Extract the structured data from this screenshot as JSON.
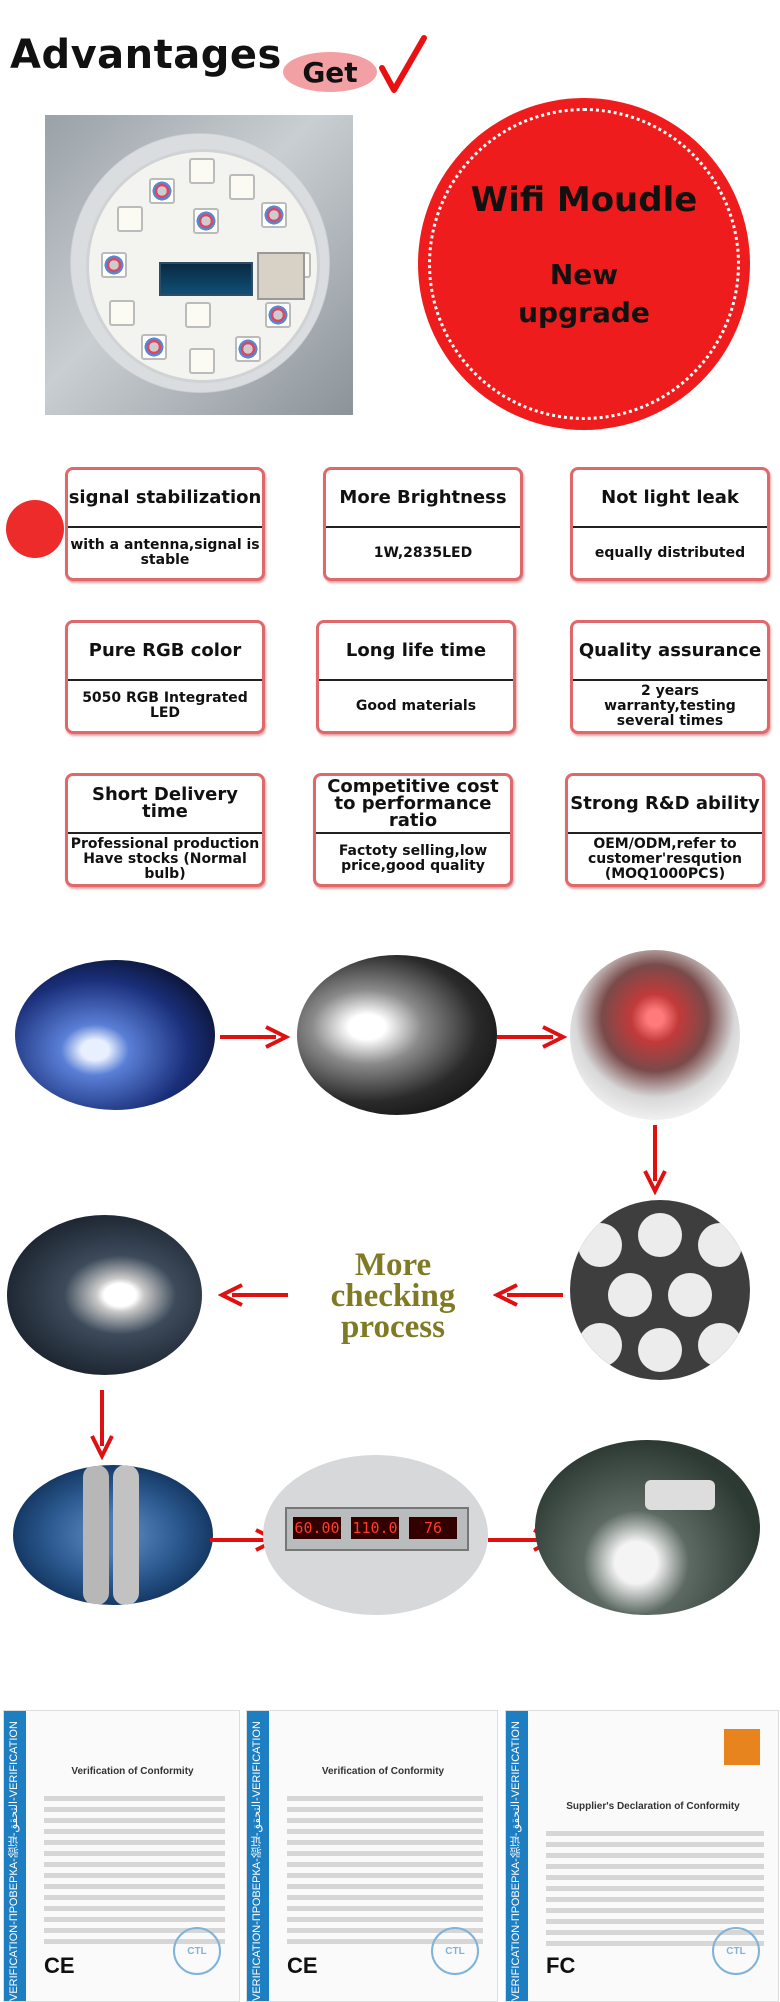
{
  "header": {
    "title": "Advantages",
    "badge": "Get"
  },
  "wifi_badge": {
    "line1": "Wifi Moudle",
    "line2": "New",
    "line3": "upgrade"
  },
  "features": [
    {
      "title": "signal stabilization",
      "desc": "with a antenna,signal is stable"
    },
    {
      "title": "More Brightness",
      "desc": "1W,2835LED"
    },
    {
      "title": "Not light leak",
      "desc": "equally distributed"
    },
    {
      "title": "Pure RGB color",
      "desc": "5050 RGB Integrated LED"
    },
    {
      "title": "Long life time",
      "desc": "Good materials"
    },
    {
      "title": "Quality assurance",
      "desc": "2 years warranty,testing several times"
    },
    {
      "title": "Short Delivery time",
      "desc": "Professional production Have stocks (Normal bulb)"
    },
    {
      "title": "Competitive cost to performance ratio",
      "desc": "Factoty selling,low price,good quality"
    },
    {
      "title": "Strong R&D ability",
      "desc": "OEM/ODM,refer to customer'resqution (MOQ1000PCS)"
    }
  ],
  "process": {
    "line1": "More",
    "line2": "checking",
    "line3": "process",
    "meter_readings": [
      "60.00",
      "110.0",
      "76"
    ]
  },
  "certificates": [
    {
      "stripe": "VERIFICATION-ПРОВЕРКА-验证-التحقق-VERIFICATION",
      "title": "Verification of Conformity",
      "mark": "CE"
    },
    {
      "stripe": "VERIFICATION-ПРОВЕРКА-验证-التحقق-VERIFICATION",
      "title": "Verification of Conformity",
      "mark": "CE"
    },
    {
      "stripe": "VERIFICATION-ПРОВЕРКА-验证-التحقق-VERIFICATION",
      "title": "Supplier's Declaration of Conformity",
      "mark": "FC"
    }
  ],
  "colors": {
    "accent_red": "#ee1c1c",
    "card_border": "#e0686b",
    "process_text": "#7f7a23",
    "cert_blue": "#1d7ec2"
  }
}
